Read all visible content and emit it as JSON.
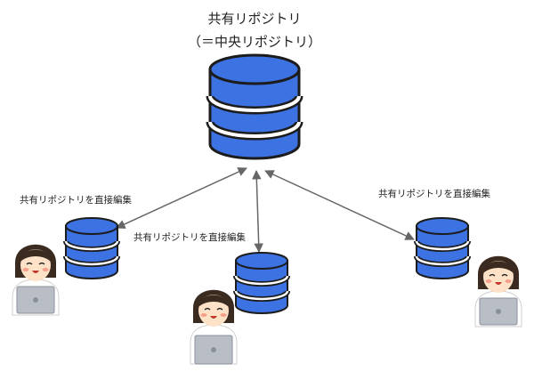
{
  "central": {
    "title": "共有リポジトリ",
    "subtitle": "（＝中央リポジトリ）",
    "icon": "database-icon"
  },
  "users": [
    {
      "label": "共有リポジトリを直接編集",
      "icon": "person-with-laptop-icon"
    },
    {
      "label": "共有リポジトリを直接編集",
      "icon": "person-with-laptop-icon"
    },
    {
      "label": "共有リポジトリを直接編集",
      "icon": "person-with-laptop-icon"
    }
  ],
  "colors": {
    "db_fill": "#3d72e3",
    "db_stroke": "#1c1c1c",
    "db_band": "#ffffff",
    "arrow": "#666666",
    "hair": "#3b2a20",
    "skin": "#fde2c8",
    "cheek": "#f4a08a",
    "shirt": "#ffffff",
    "laptop": "#b9bec6"
  }
}
